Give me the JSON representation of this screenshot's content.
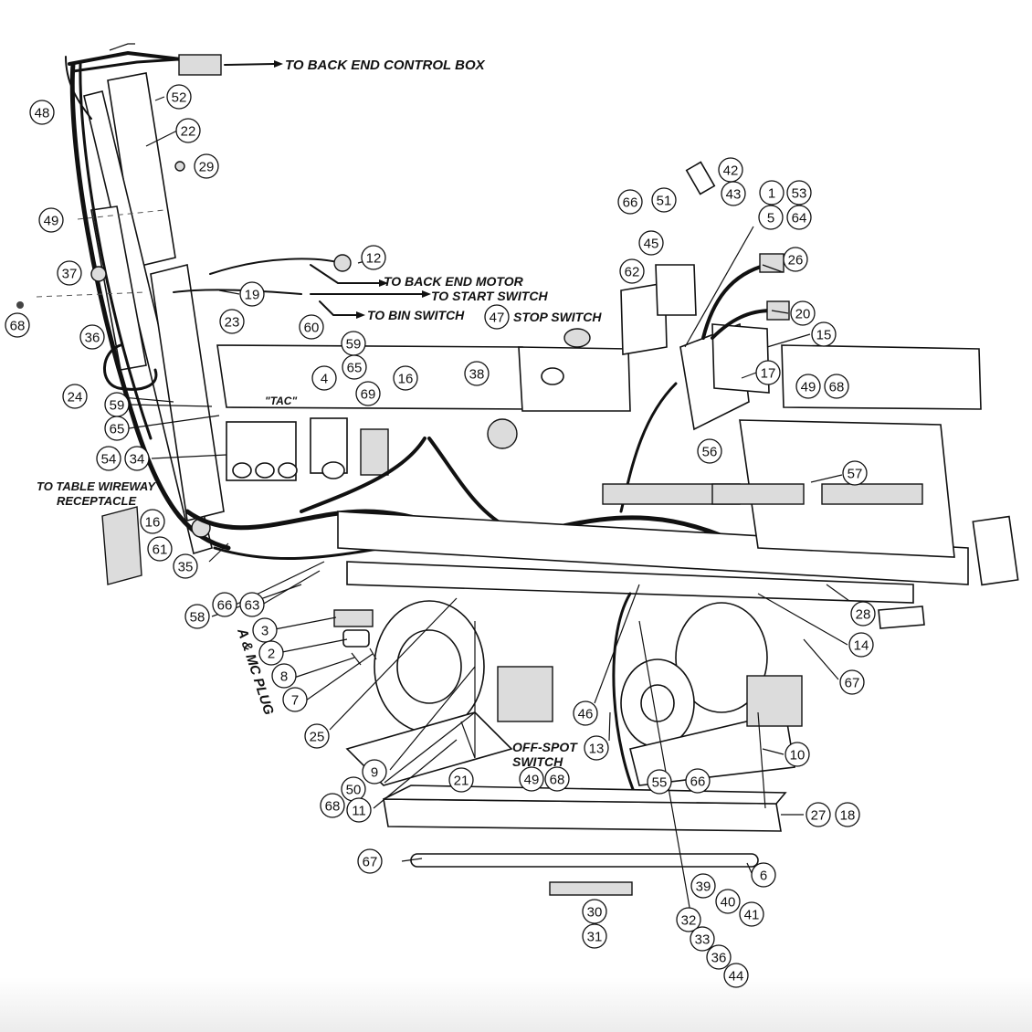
{
  "labels": {
    "back_end_control_box": "TO BACK END CONTROL BOX",
    "back_end_motor": "TO BACK END MOTOR",
    "start_switch": "TO START SWITCH",
    "bin_switch": "TO BIN SWITCH",
    "stop_switch": "STOP SWITCH",
    "tac": "\"TAC\"",
    "table_wireway_1": "TO TABLE WIREWAY",
    "table_wireway_2": "RECEPTACLE",
    "amc_plug": "A & MC PLUG",
    "off_spot_1": "OFF-SPOT",
    "off_spot_2": "SWITCH"
  },
  "callouts": [
    {
      "id": "c52",
      "n": "52"
    },
    {
      "id": "c48",
      "n": "48"
    },
    {
      "id": "c22",
      "n": "22"
    },
    {
      "id": "c29",
      "n": "29"
    },
    {
      "id": "c49a",
      "n": "49"
    },
    {
      "id": "c37",
      "n": "37"
    },
    {
      "id": "c68a",
      "n": "68"
    },
    {
      "id": "c36a",
      "n": "36"
    },
    {
      "id": "c24",
      "n": "24"
    },
    {
      "id": "c59a",
      "n": "59"
    },
    {
      "id": "c65a",
      "n": "65"
    },
    {
      "id": "c54",
      "n": "54"
    },
    {
      "id": "c34",
      "n": "34"
    },
    {
      "id": "c16a",
      "n": "16"
    },
    {
      "id": "c61",
      "n": "61"
    },
    {
      "id": "c35",
      "n": "35"
    },
    {
      "id": "c12",
      "n": "12"
    },
    {
      "id": "c19",
      "n": "19"
    },
    {
      "id": "c60",
      "n": "60"
    },
    {
      "id": "c23",
      "n": "23"
    },
    {
      "id": "c59b",
      "n": "59"
    },
    {
      "id": "c4",
      "n": "4"
    },
    {
      "id": "c65b",
      "n": "65"
    },
    {
      "id": "c69",
      "n": "69"
    },
    {
      "id": "c16b",
      "n": "16"
    },
    {
      "id": "c38",
      "n": "38"
    },
    {
      "id": "c47",
      "n": "47"
    },
    {
      "id": "c62",
      "n": "62"
    },
    {
      "id": "c45",
      "n": "45"
    },
    {
      "id": "c66a",
      "n": "66"
    },
    {
      "id": "c51",
      "n": "51"
    },
    {
      "id": "c42",
      "n": "42"
    },
    {
      "id": "c43",
      "n": "43"
    },
    {
      "id": "c1",
      "n": "1"
    },
    {
      "id": "c53",
      "n": "53"
    },
    {
      "id": "c5",
      "n": "5"
    },
    {
      "id": "c64",
      "n": "64"
    },
    {
      "id": "c26",
      "n": "26"
    },
    {
      "id": "c20",
      "n": "20"
    },
    {
      "id": "c15",
      "n": "15"
    },
    {
      "id": "c17",
      "n": "17"
    },
    {
      "id": "c49b",
      "n": "49"
    },
    {
      "id": "c68b",
      "n": "68"
    },
    {
      "id": "c56",
      "n": "56"
    },
    {
      "id": "c57",
      "n": "57"
    },
    {
      "id": "c28",
      "n": "28"
    },
    {
      "id": "c14",
      "n": "14"
    },
    {
      "id": "c67a",
      "n": "67"
    },
    {
      "id": "c10",
      "n": "10"
    },
    {
      "id": "c27",
      "n": "27"
    },
    {
      "id": "c18",
      "n": "18"
    },
    {
      "id": "c6",
      "n": "6"
    },
    {
      "id": "c39",
      "n": "39"
    },
    {
      "id": "c40",
      "n": "40"
    },
    {
      "id": "c41",
      "n": "41"
    },
    {
      "id": "c32",
      "n": "32"
    },
    {
      "id": "c33",
      "n": "33"
    },
    {
      "id": "c36b",
      "n": "36"
    },
    {
      "id": "c44",
      "n": "44"
    },
    {
      "id": "c30",
      "n": "30"
    },
    {
      "id": "c31",
      "n": "31"
    },
    {
      "id": "c67b",
      "n": "67"
    },
    {
      "id": "c21",
      "n": "21"
    },
    {
      "id": "c49c",
      "n": "49"
    },
    {
      "id": "c68c",
      "n": "68"
    },
    {
      "id": "c55",
      "n": "55"
    },
    {
      "id": "c66b",
      "n": "66"
    },
    {
      "id": "c13",
      "n": "13"
    },
    {
      "id": "c46",
      "n": "46"
    },
    {
      "id": "c9",
      "n": "9"
    },
    {
      "id": "c50",
      "n": "50"
    },
    {
      "id": "c68d",
      "n": "68"
    },
    {
      "id": "c11",
      "n": "11"
    },
    {
      "id": "c25",
      "n": "25"
    },
    {
      "id": "c58",
      "n": "58"
    },
    {
      "id": "c66c",
      "n": "66"
    },
    {
      "id": "c63",
      "n": "63"
    },
    {
      "id": "c3",
      "n": "3"
    },
    {
      "id": "c2",
      "n": "2"
    },
    {
      "id": "c8",
      "n": "8"
    },
    {
      "id": "c7",
      "n": "7"
    }
  ]
}
